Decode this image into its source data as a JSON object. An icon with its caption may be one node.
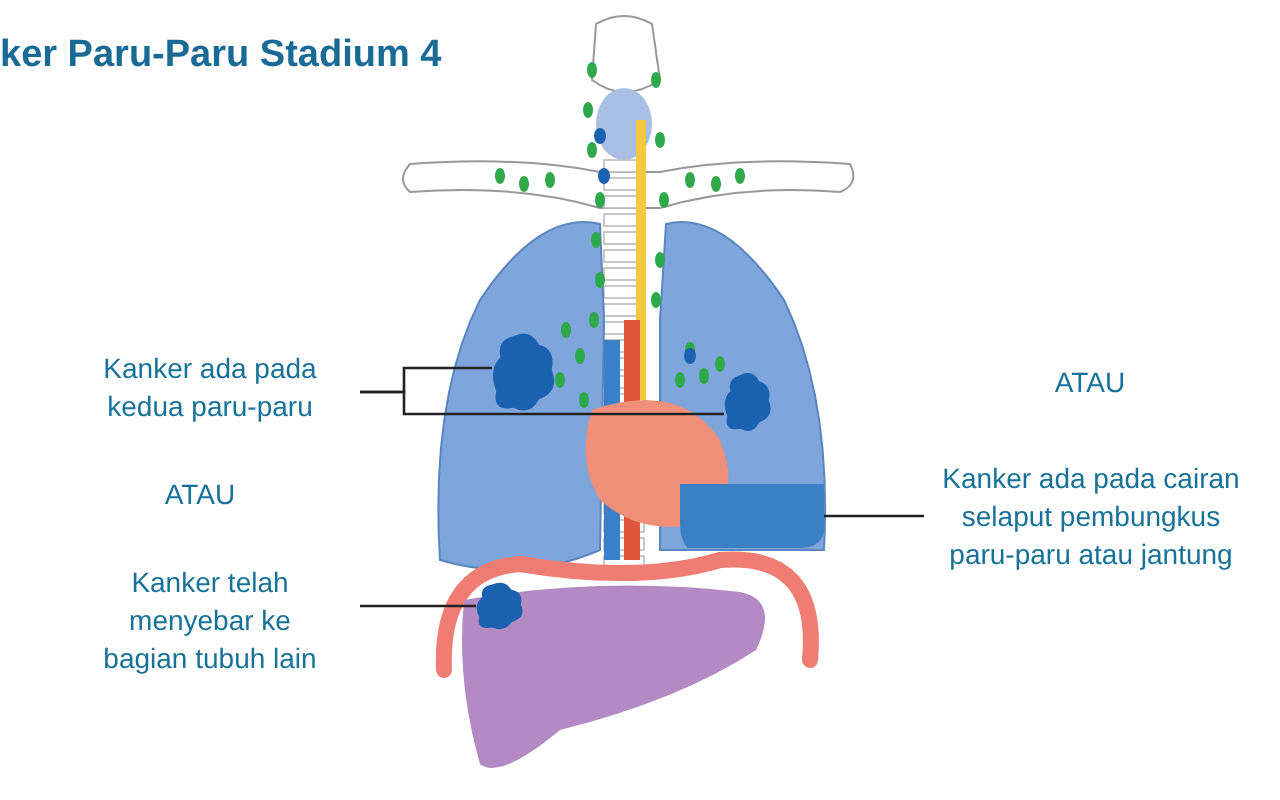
{
  "diagram": {
    "title": "ker Paru-Paru Stadium 4",
    "nodes": [
      {
        "text": [
          "Kanker ada pada kedua paru-paru"
        ]
      },
      {
        "text": [],
        "shape": "blob"
      },
      {
        "text": [],
        "shape": "blob"
      },
      {
        "text": [
          "Kanker ada pada cairan selaput pembungkus paru-paru atau jantung"
        ]
      },
      {
        "text": [],
        "shape": "box"
      },
      {
        "text": [
          "Kanker telah menyebar ke bagian tubuh lain"
        ]
      },
      {
        "text": [],
        "shape": "blob"
      }
    ],
    "edges": [
      {
        "from": 0,
        "to": 1,
        "arrow": "none"
      },
      {
        "from": 0,
        "to": 2,
        "arrow": "none"
      },
      {
        "from": 3,
        "to": 4,
        "arrow": "none"
      },
      {
        "from": 5,
        "to": 6,
        "arrow": "none"
      }
    ],
    "labels": [
      "ATAU",
      "ATAU"
    ]
  }
}
